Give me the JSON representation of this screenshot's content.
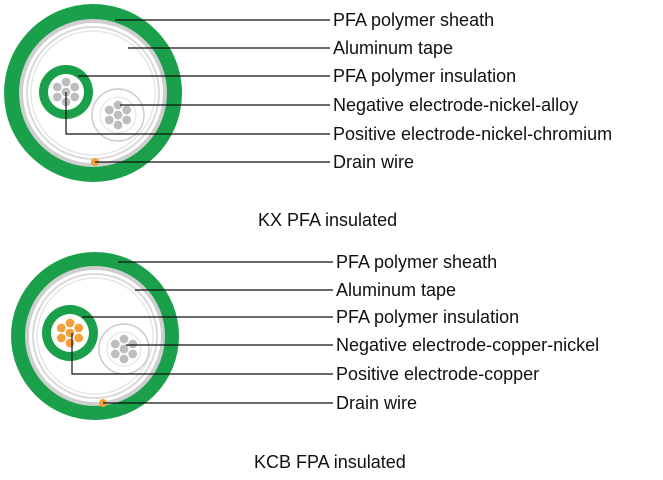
{
  "colors": {
    "sheath": "#1aa04a",
    "tape": "#cfcfcf",
    "insulation": "#1aa04a",
    "nickel_conductor": "#bdbdbd",
    "copper_conductor": "#f2a13a",
    "drain_wire": "#f2a13a",
    "leader": "#111111"
  },
  "diagrams": [
    {
      "caption": "KX PFA insulated",
      "labels": [
        "PFA polymer sheath",
        "Aluminum tape",
        "PFA polymer insulation",
        "Negative electrode-nickel-alloy",
        "Positive electrode-nickel-chromium",
        "Drain wire"
      ],
      "positive_conductor": "nickel"
    },
    {
      "caption": "KCB FPA insulated",
      "labels": [
        "PFA polymer sheath",
        "Aluminum tape",
        "PFA polymer insulation",
        "Negative electrode-copper-nickel",
        "Positive electrode-copper",
        "Drain wire"
      ],
      "positive_conductor": "copper"
    }
  ]
}
